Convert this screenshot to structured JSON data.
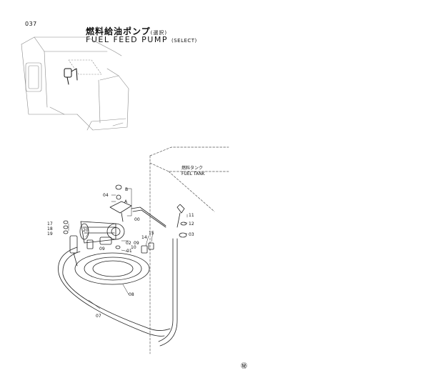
{
  "page": {
    "number": "037"
  },
  "title": {
    "japanese": "燃料給油ポンプ",
    "japanese_suffix": "(選択)",
    "english": "FUEL FEED PUMP",
    "english_suffix": "(SELECT)"
  },
  "fuel_tank": {
    "label_jp": "燃料タンク",
    "label_en": "FUEL TANK"
  },
  "part_labels": [
    "B",
    "04",
    "A",
    "00",
    "11",
    "12",
    "03",
    "17",
    "18",
    "19",
    "20",
    "09",
    "02",
    "09",
    "01",
    "15",
    "14",
    "10",
    "08",
    "07"
  ],
  "footer": {
    "mark": "㊙"
  }
}
